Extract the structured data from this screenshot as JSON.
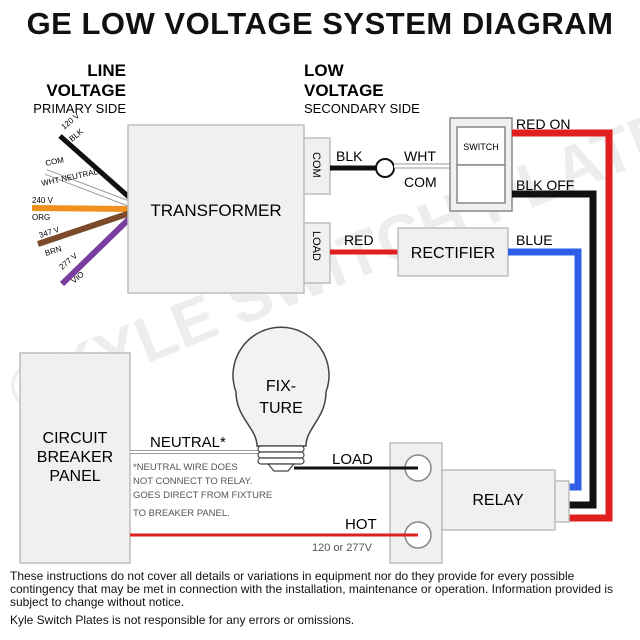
{
  "title": "GE LOW VOLTAGE SYSTEM DIAGRAM",
  "line_voltage": {
    "line1": "LINE",
    "line2": "VOLTAGE",
    "sub": "PRIMARY SIDE"
  },
  "low_voltage": {
    "line1": "LOW",
    "line2": "VOLTAGE",
    "sub": "SECONDARY SIDE"
  },
  "primary_wires": [
    {
      "label": "120 V",
      "sub": "BLK",
      "color": "#111111"
    },
    {
      "label": "COM",
      "sub": "WHT NEUTRAL",
      "color": "#ffffff"
    },
    {
      "label": "240 V",
      "sub": "ORG",
      "color": "#f0901e"
    },
    {
      "label": "347 V",
      "sub": "BRN",
      "color": "#7a4a2a"
    },
    {
      "label": "277 V",
      "sub": "VIO",
      "color": "#7a3ea0"
    }
  ],
  "transformer": {
    "label": "TRANSFORMER",
    "com_terminal": "COM",
    "load_terminal": "LOAD"
  },
  "wires": {
    "blk": "BLK",
    "wht": "WHT",
    "com": "COM",
    "red": "RED",
    "blue": "BLUE",
    "red_on": "RED ON",
    "blk_off": "BLK OFF"
  },
  "switch": {
    "label": "SWITCH"
  },
  "rectifier": {
    "label": "RECTIFIER"
  },
  "relay": {
    "label": "RELAY",
    "load": "LOAD",
    "hot": "HOT",
    "hot_voltage": "120 or 277V"
  },
  "fixture": {
    "line1": "FIX-",
    "line2": "TURE"
  },
  "panel": {
    "line1": "CIRCUIT",
    "line2": "BREAKER",
    "line3": "PANEL"
  },
  "neutral": {
    "label": "NEUTRAL*",
    "note": [
      "*NEUTRAL WIRE DOES",
      "NOT CONNECT TO RELAY.",
      "GOES DIRECT FROM FIXTURE",
      "TO BREAKER PANEL."
    ]
  },
  "watermark": "©KYLE SWITCH PLATES",
  "footer": {
    "disclaimer": "These instructions do not cover all details or variations in equipment nor do they provide for every possible contingency that may be met in connection with the installation, maintenance or operation. Information provided is subject to change without notice.",
    "responsibility": "Kyle Switch Plates is not responsible for any errors or omissions."
  },
  "colors": {
    "red": "#e0201e",
    "blue": "#2f5fe8",
    "black": "#111111",
    "box": "#f0f0f0",
    "border": "#bdbdbd"
  }
}
